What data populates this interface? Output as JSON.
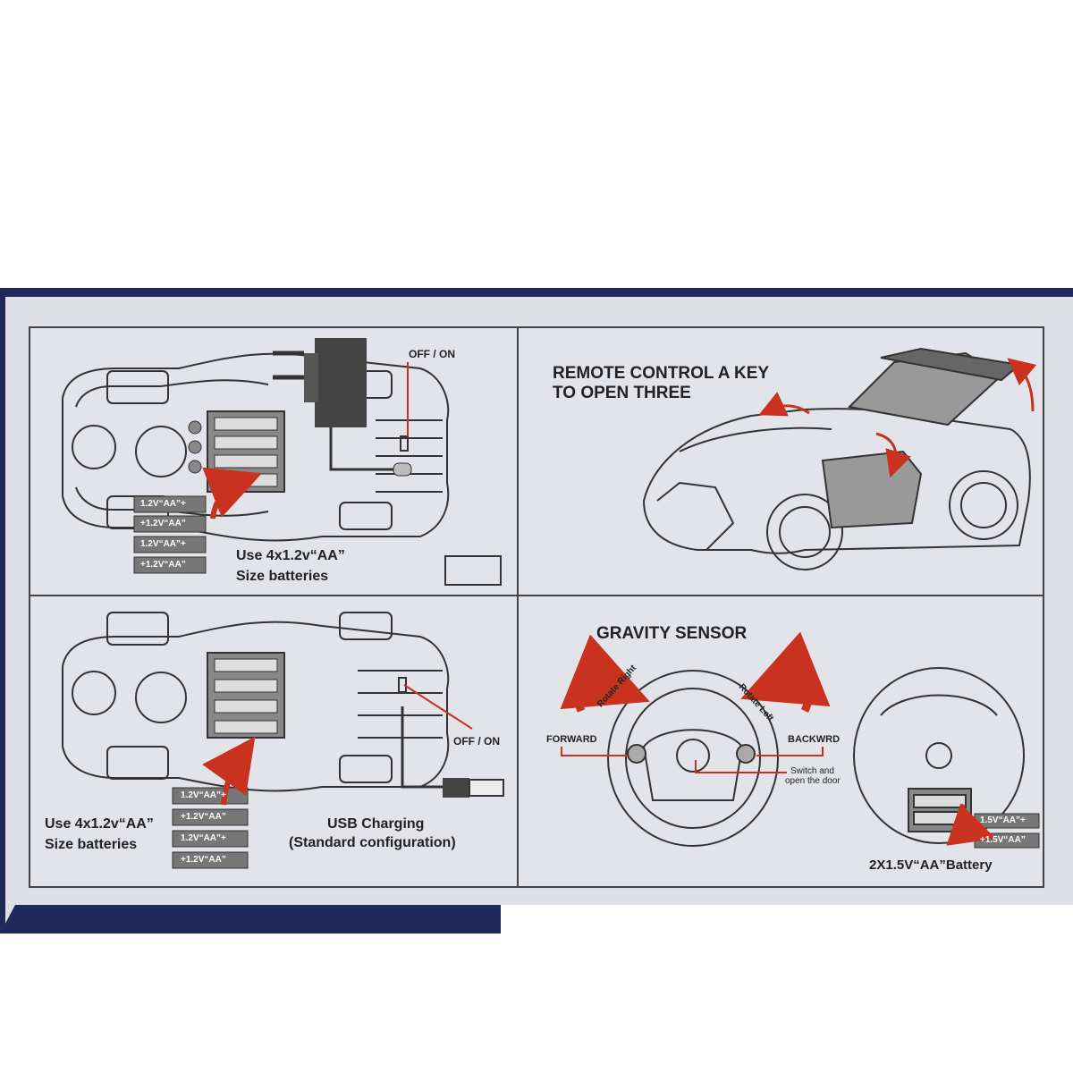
{
  "panels": {
    "top_left": {
      "switch_label": "OFF / ON",
      "battery_caption_line1": "Use 4x1.2v“AA”",
      "battery_caption_line2": "Size batteries",
      "battery_labels": [
        "1.2V“AA”+",
        "+1.2V“AA”",
        "1.2V“AA”+",
        "+1.2V“AA”"
      ]
    },
    "top_right": {
      "title_line1": "REMOTE CONTROL A KEY",
      "title_line2": "TO OPEN THREE"
    },
    "bottom_left": {
      "switch_label": "OFF / ON",
      "battery_caption_line1": "Use 4x1.2v“AA”",
      "battery_caption_line2": "Size batteries",
      "usb_caption_line1": "USB Charging",
      "usb_caption_line2": "(Standard configuration)",
      "battery_labels": [
        "1.2V“AA”+",
        "+1.2V“AA”",
        "1.2V“AA”+",
        "+1.2V“AA”"
      ]
    },
    "bottom_right": {
      "title": "GRAVITY SENSOR",
      "forward_label": "FORWARD",
      "backward_label": "BACKWRD",
      "rotate_right_label": "Rotate Right",
      "rotate_left_label": "Rotate Left",
      "switch_door_line1": "Switch and",
      "switch_door_line2": "open the door",
      "battery_caption": "2X1.5V“AA”Battery",
      "battery_labels": [
        "1.5V“AA”+",
        "+1.5V“AA”"
      ]
    }
  },
  "colors": {
    "accent_red": "#c8321e",
    "navy_band": "#1f2a5a",
    "panel_bg": "#e3e4ea",
    "line": "#333333"
  }
}
